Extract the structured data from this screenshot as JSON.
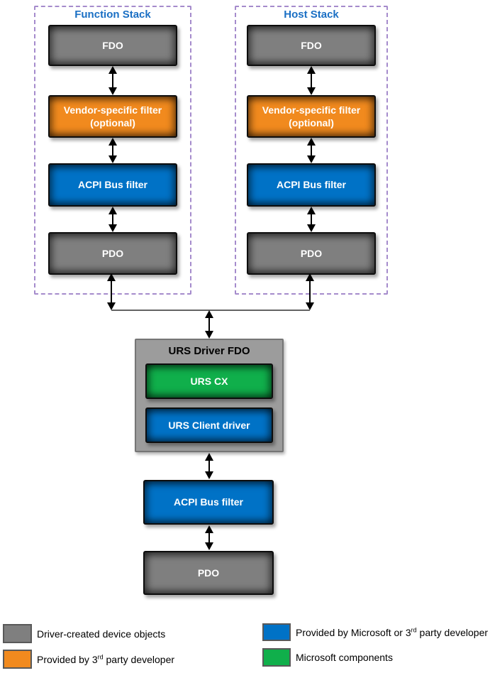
{
  "colors": {
    "gray_box": "#7F7F7F",
    "orange_box": "#F18A1E",
    "blue_box": "#0072C6",
    "green_box": "#10AF4B",
    "urs_container_gray": "#9C9C9C",
    "stack_dashed_border": "#A58BCC",
    "stack_title_blue": "#1A6FC4",
    "arrow_black": "#000000"
  },
  "stacks": [
    {
      "title": "Function Stack",
      "boxes": [
        {
          "label": "FDO",
          "color": "gray"
        },
        {
          "label": "Vendor-specific filter (optional)",
          "color": "orange"
        },
        {
          "label": "ACPI Bus filter",
          "color": "blue"
        },
        {
          "label": "PDO",
          "color": "gray"
        }
      ]
    },
    {
      "title": "Host Stack",
      "boxes": [
        {
          "label": "FDO",
          "color": "gray"
        },
        {
          "label": "Vendor-specific filter (optional)",
          "color": "orange"
        },
        {
          "label": "ACPI Bus filter",
          "color": "blue"
        },
        {
          "label": "PDO",
          "color": "gray"
        }
      ]
    }
  ],
  "urs_driver": {
    "title": "URS Driver FDO",
    "children": [
      {
        "label": "URS CX",
        "color": "green"
      },
      {
        "label": "URS Client driver",
        "color": "blue"
      }
    ]
  },
  "lower_stack": [
    {
      "label": "ACPI Bus filter",
      "color": "blue"
    },
    {
      "label": "PDO",
      "color": "gray"
    }
  ],
  "legend": [
    {
      "swatch": "gray",
      "text_prefix": "Driver-created device objects",
      "text_sup": "",
      "text_suffix": ""
    },
    {
      "swatch": "orange",
      "text_prefix": "Provided by 3",
      "text_sup": "rd",
      "text_suffix": " party developer"
    },
    {
      "swatch": "blue",
      "text_prefix": "Provided by Microsoft or 3",
      "text_sup": "rd",
      "text_suffix": " party developer"
    },
    {
      "swatch": "green",
      "text_prefix": "Microsoft components",
      "text_sup": "",
      "text_suffix": ""
    }
  ]
}
